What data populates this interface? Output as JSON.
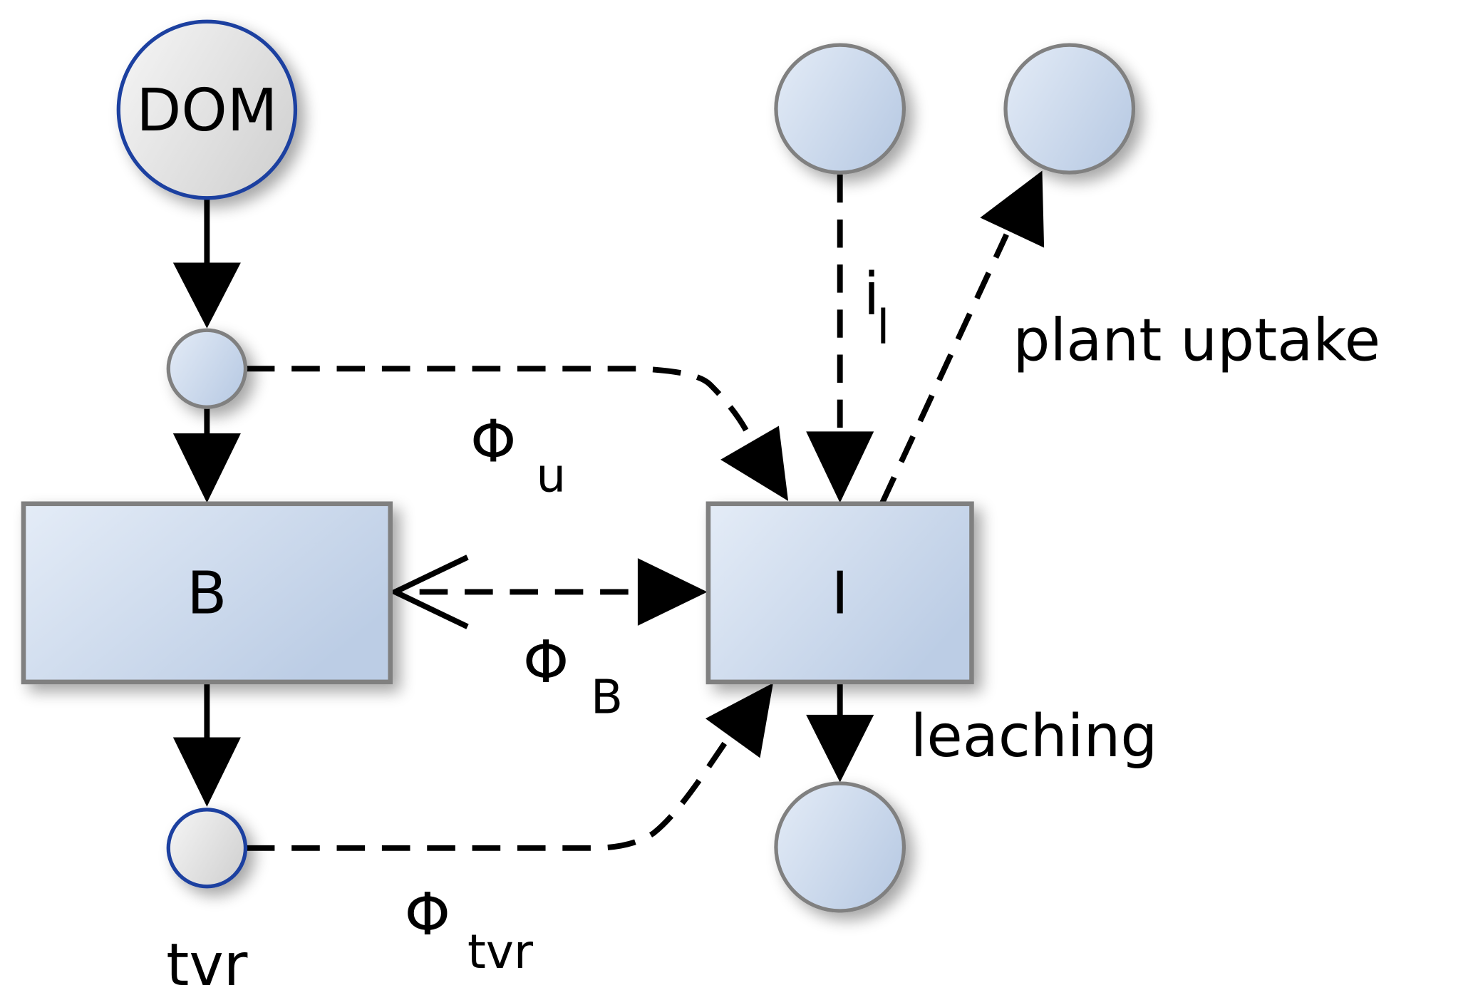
{
  "diagram": {
    "type": "flow-diagram",
    "colors": {
      "pool_fill_light": "#e4ecf7",
      "pool_fill_dark": "#bccde5",
      "pool_stroke": "#808080",
      "external_fill_light": "#f4f4f4",
      "external_fill_dark": "#d6d6d6",
      "external_stroke": "#1a3fa0",
      "arrow": "#000000"
    },
    "nodes": {
      "dom": {
        "label": "DOM",
        "kind": "external-source"
      },
      "uptake_junction": {
        "label": "",
        "kind": "junction"
      },
      "biomass": {
        "label": "B",
        "kind": "pool"
      },
      "tvr": {
        "label": "tvr",
        "kind": "external-sink"
      },
      "inorganic": {
        "label": "I",
        "kind": "pool"
      },
      "input_source": {
        "label": "",
        "kind": "source"
      },
      "plant_sink": {
        "label": "",
        "kind": "sink"
      },
      "leaching_sink": {
        "label": "",
        "kind": "sink"
      }
    },
    "flows": {
      "phi_u": {
        "symbol": "Φ",
        "subscript": "u",
        "from": "uptake_junction",
        "to": "inorganic",
        "style": "dashed"
      },
      "phi_b": {
        "symbol": "Φ",
        "subscript": "B",
        "from": "biomass",
        "to": "inorganic",
        "style": "dashed",
        "bidirectional": true
      },
      "phi_tvr": {
        "symbol": "Φ",
        "subscript": "tvr",
        "from": "tvr",
        "to": "inorganic",
        "style": "dashed"
      },
      "input": {
        "symbol": "i",
        "subscript": "l",
        "from": "input_source",
        "to": "inorganic",
        "style": "dashed"
      },
      "plant_uptake": {
        "label": "plant uptake",
        "from": "inorganic",
        "to": "plant_sink",
        "style": "dashed"
      },
      "leaching": {
        "label": "leaching",
        "from": "inorganic",
        "to": "leaching_sink",
        "style": "solid"
      },
      "dom_to_junction": {
        "from": "dom",
        "to": "uptake_junction",
        "style": "solid"
      },
      "junction_to_biomass": {
        "from": "uptake_junction",
        "to": "biomass",
        "style": "solid"
      },
      "biomass_to_tvr": {
        "from": "biomass",
        "to": "tvr",
        "style": "solid"
      }
    }
  }
}
